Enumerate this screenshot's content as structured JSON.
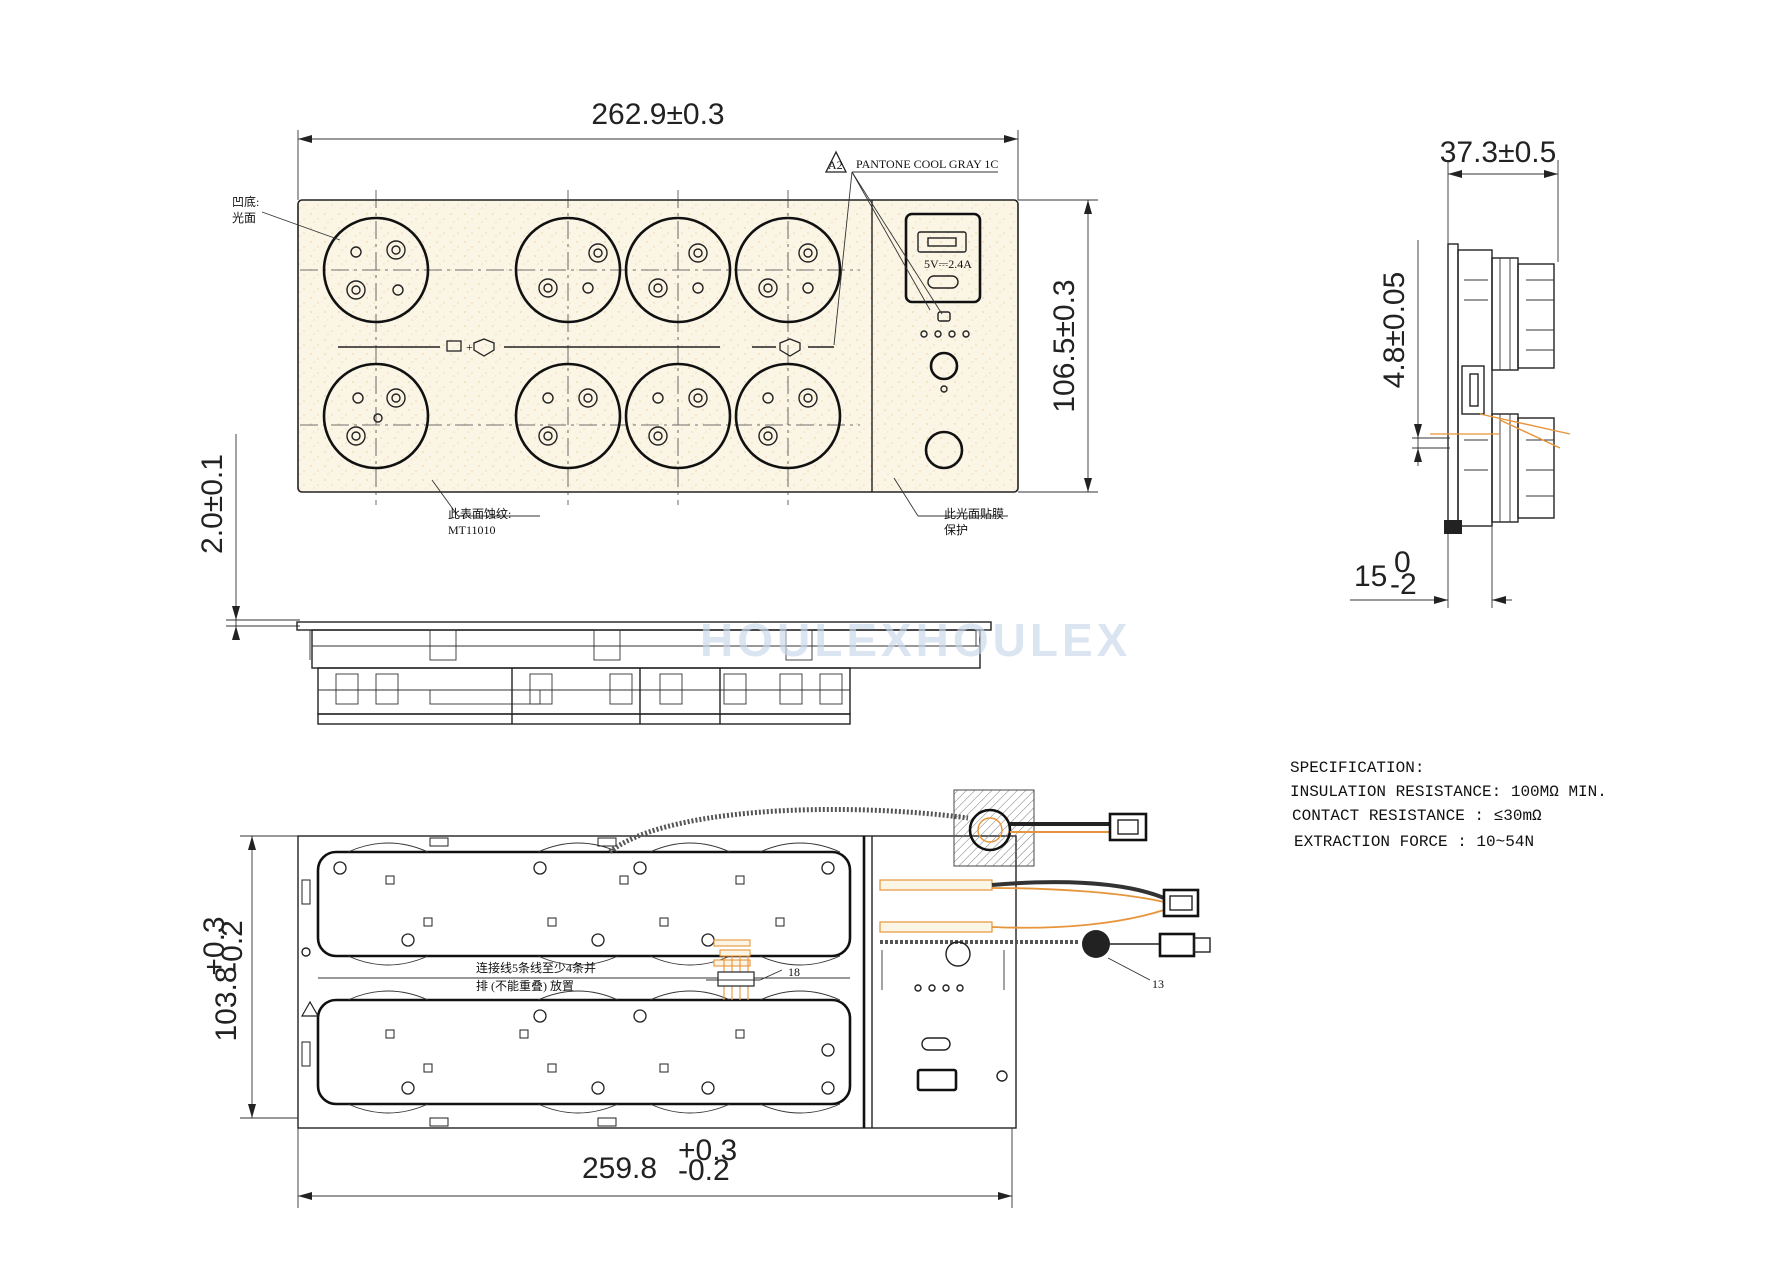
{
  "dimensions": {
    "top_width": "262.9±0.3",
    "top_height": "106.5±0.3",
    "thickness": "2.0±0.1",
    "side_depth": "37.3±0.5",
    "side_offset": "4.8±0.05",
    "side_bottom_main": "15",
    "side_bottom_sup": "0",
    "side_bottom_sub": "-2",
    "bottom_height_main": "103.8",
    "bottom_height_sup": "+0.3",
    "bottom_height_sub": "-0.2",
    "bottom_width_main": "259.8",
    "bottom_width_sup": "+0.3",
    "bottom_width_sub": "-0.2"
  },
  "notes": {
    "recess_line1": "凹底:",
    "recess_line2": "光面",
    "pantone": "PANTONE COOL GRAY 1C",
    "revision": "A2",
    "etch_line1": "此表面蚀纹:",
    "etch_line2": "MT11010",
    "film_line1": "此光面贴膜",
    "film_line2": "保护",
    "usb_rating": "5V⎓2.4A",
    "wire_line1": "连接线5条线至少4条并",
    "wire_line2": "排 (不能重叠) 放置",
    "callout_18": "18",
    "callout_13": "13"
  },
  "watermark": "HOULEXHOULEX",
  "specification": {
    "title": "SPECIFICATION:",
    "lines": [
      "INSULATION RESISTANCE: 100MΩ  MIN.",
      "CONTACT RESISTANCE : ≤30mΩ",
      "EXTRACTION FORCE : 10~54N"
    ]
  },
  "colors": {
    "line": "#222222",
    "panel_fill": "#fbf5e6",
    "panel_speckle": "#e7c98a",
    "wire_orange": "#e7953a",
    "watermark": "#c8d8ea"
  }
}
